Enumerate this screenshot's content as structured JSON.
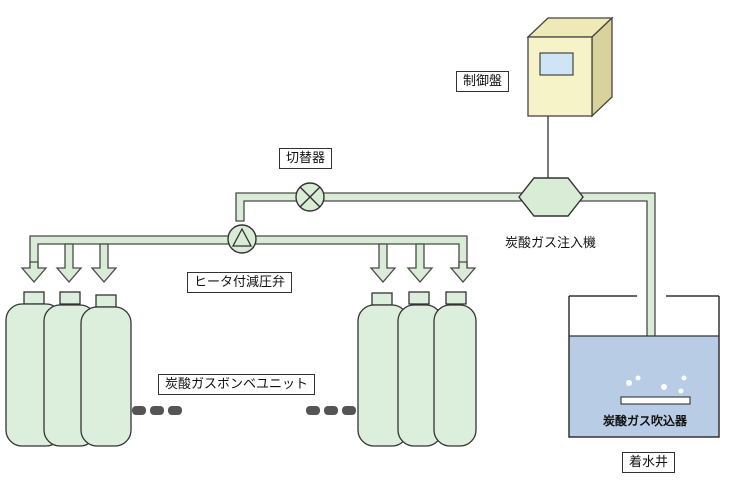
{
  "labels": {
    "control_panel": "制御盤",
    "switcher": "切替器",
    "injector": "炭酸ガス注入機",
    "reducer": "ヒータ付減圧弁",
    "cylinder_unit": "炭酸ガスボンベユニット",
    "diffuser": "炭酸ガス吹込器",
    "well": "着水井"
  },
  "colors": {
    "pipe_fill": "#d9ecd6",
    "pipe_stroke": "#4a4a4a",
    "cylinder_fill": "#dcefdc",
    "panel_fill": "#f7f3c8",
    "screen_fill": "#cfe4f5",
    "water_fill": "#b8cce6"
  }
}
